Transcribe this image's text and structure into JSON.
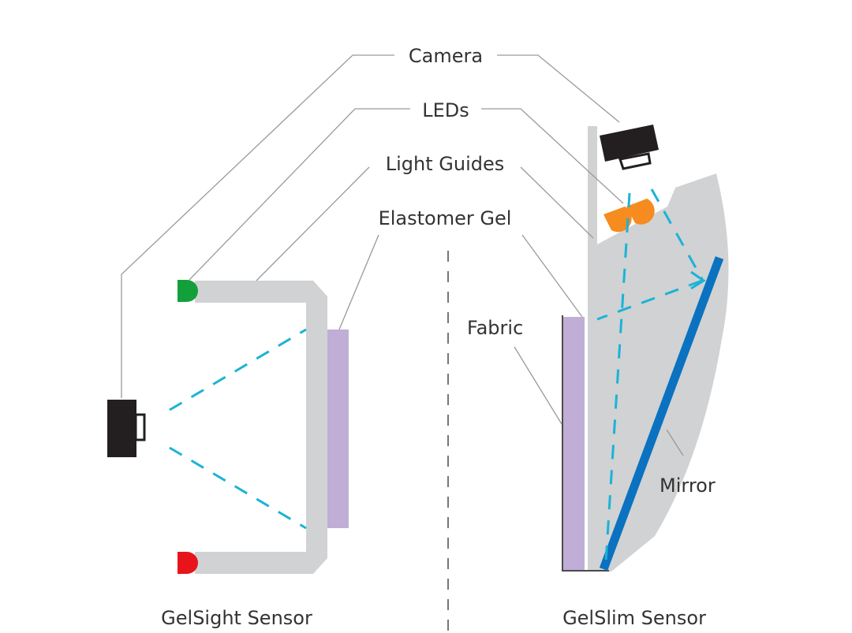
{
  "labels": {
    "camera": "Camera",
    "leds": "LEDs",
    "light_guides": "Light Guides",
    "elastomer_gel": "Elastomer Gel",
    "fabric": "Fabric",
    "mirror": "Mirror"
  },
  "captions": {
    "left": "GelSight Sensor",
    "right": "GelSlim Sensor"
  },
  "colors": {
    "light_guide": "#d1d2d3",
    "gel": "#c0aed6",
    "camera": "#231f20",
    "led_green": "#13a03a",
    "led_red": "#e8141b",
    "led_orange": "#f68b1f",
    "mirror": "#0a72c0",
    "light_ray": "#1bb3d6",
    "leader": "#9a9a9a",
    "text": "#333333"
  }
}
